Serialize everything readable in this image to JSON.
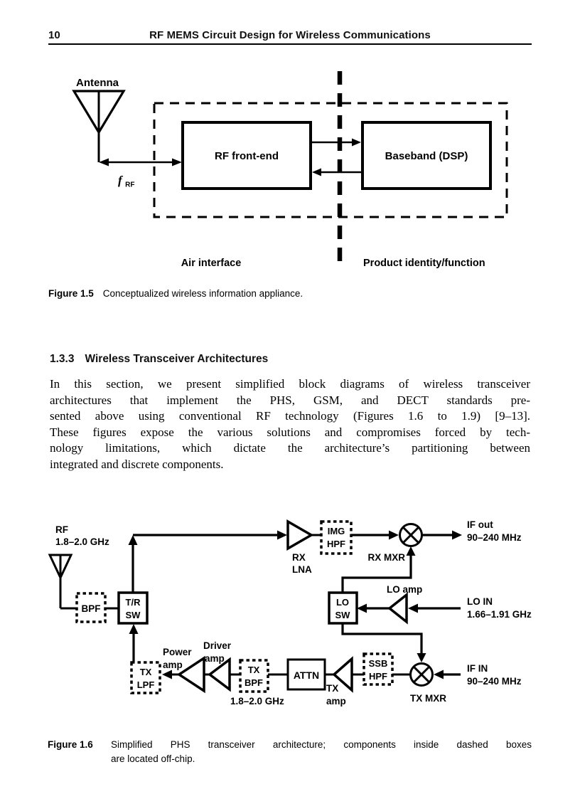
{
  "page": {
    "number": "10",
    "running_title": "RF MEMS Circuit Design for Wireless Communications"
  },
  "figure15": {
    "antenna_label": "Antenna",
    "f_rf_main": "f",
    "f_rf_sub": "RF",
    "rf_front_end": "RF front-end",
    "baseband": "Baseband (DSP)",
    "air_interface": "Air interface",
    "product_identity": "Product identity/function",
    "caption_label": "Figure 1.5",
    "caption_text": "Conceptualized wireless information appliance."
  },
  "section": {
    "number": "1.3.3",
    "title": "Wireless Transceiver Architectures",
    "paragraph_lines": [
      "In this section, we present simplified block diagrams of wireless transceiver",
      "architectures that implement the PHS, GSM, and DECT standards pre-",
      "sented above using conventional RF technology (Figures 1.6 to 1.9) [9–13].",
      "These figures expose the various solutions and compromises forced by tech-",
      "nology limitations, which dictate the architecture’s partitioning between",
      "integrated and discrete components."
    ]
  },
  "figure16": {
    "rf_label_1": "RF",
    "rf_label_2": "1.8–2.0 GHz",
    "bpf": "BPF",
    "tr_sw_1": "T/R",
    "tr_sw_2": "SW",
    "rx_lna_1": "RX",
    "rx_lna_2": "LNA",
    "img_hpf_1": "IMG",
    "img_hpf_2": "HPF",
    "rx_mxr": "RX MXR",
    "if_out_1": "IF out",
    "if_out_2": "90–240 MHz",
    "lo_sw_1": "LO",
    "lo_sw_2": "SW",
    "lo_amp": "LO amp",
    "lo_in_1": "LO IN",
    "lo_in_2": "1.66–1.91 GHz",
    "tx_lpf_1": "TX",
    "tx_lpf_2": "LPF",
    "power_amp_1": "Power",
    "power_amp_2": "amp",
    "driver_amp_1": "Driver",
    "driver_amp_2": "amp",
    "tx_bpf_1": "TX",
    "tx_bpf_2": "BPF",
    "tx_bpf_freq": "1.8–2.0 GHz",
    "attn": "ATTN",
    "tx_amp_1": "TX",
    "tx_amp_2": "amp",
    "ssb_hpf_1": "SSB",
    "ssb_hpf_2": "HPF",
    "tx_mxr": "TX MXR",
    "if_in_1": "IF IN",
    "if_in_2": "90–240 MHz",
    "caption_label": "Figure 1.6",
    "caption_line1": "Simplified PHS transceiver architecture; components inside dashed boxes",
    "caption_line2": "are located off-chip."
  }
}
